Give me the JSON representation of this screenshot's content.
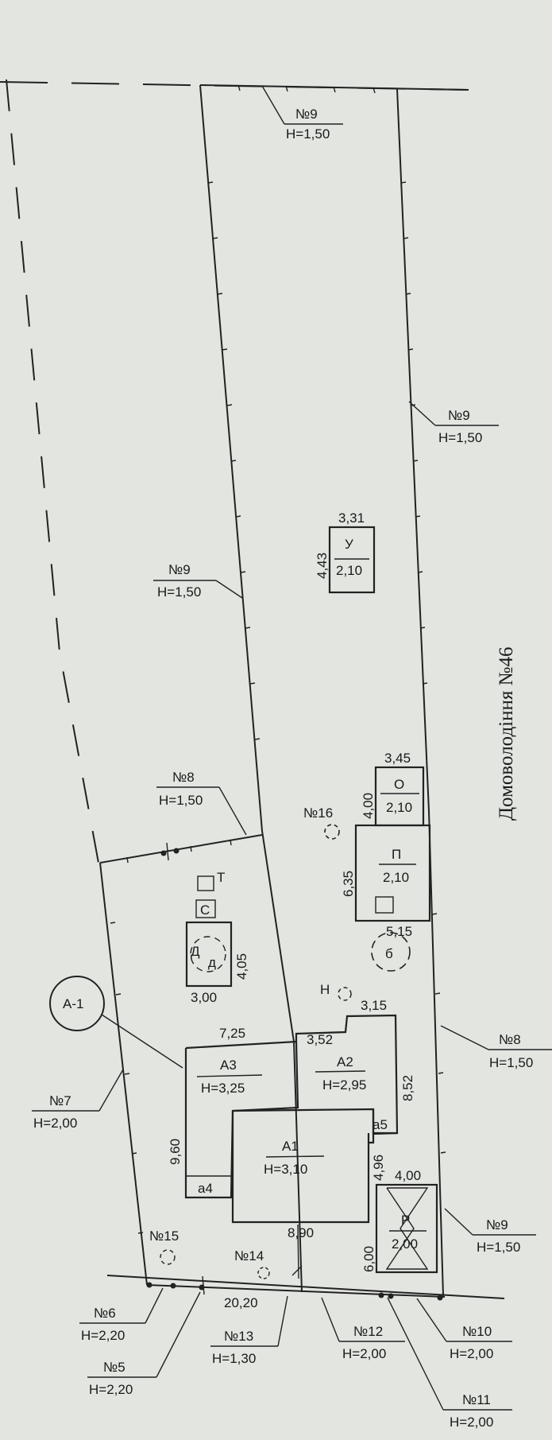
{
  "neighbor": {
    "label": "Домоволодіння №46"
  },
  "fences": [
    {
      "no": "№9",
      "h": "H=1,50"
    },
    {
      "no": "№9",
      "h": "H=1,50"
    },
    {
      "no": "№9",
      "h": "H=1,50"
    },
    {
      "no": "№8",
      "h": "H=1,50"
    },
    {
      "no": "№8",
      "h": "H=1,50"
    },
    {
      "no": "№7",
      "h": "H=2,00"
    },
    {
      "no": "№9",
      "h": "H=1,50"
    },
    {
      "no": "№6",
      "h": "H=2,20"
    },
    {
      "no": "№5",
      "h": "H=2,20"
    },
    {
      "no": "№13",
      "h": "H=1,30"
    },
    {
      "no": "№12",
      "h": "H=2,00"
    },
    {
      "no": "№10",
      "h": "H=2,00"
    },
    {
      "no": "№11",
      "h": "H=2,00"
    }
  ],
  "buildings": {
    "u": {
      "name": "У",
      "h": "2,10",
      "w": "3,31",
      "d": "4,43"
    },
    "o": {
      "name": "О",
      "h": "2,10",
      "w": "3,45",
      "d": "4,00"
    },
    "p": {
      "name": "П",
      "h": "2,10",
      "d": "6,35"
    },
    "a1": {
      "name": "А1",
      "h": "H=3,10",
      "d": "4,96"
    },
    "a2": {
      "name": "А2",
      "h": "H=2,95",
      "w": "3,52",
      "w2": "3,15",
      "d": "8,52"
    },
    "a3": {
      "name": "А3",
      "h": "H=3,25",
      "w": "7,25",
      "d": "9,60"
    },
    "r": {
      "name": "Р",
      "h": "2,00",
      "w": "4,00",
      "d": "6,00"
    },
    "d": {
      "name": "Д",
      "sub": "д",
      "w": "3,00",
      "d": "4,05"
    },
    "a4": {
      "name": "а4"
    },
    "a5": {
      "name": "а5"
    },
    "b": {
      "name": "б",
      "d": "5,15"
    }
  },
  "points": {
    "t": "Т",
    "c": "С",
    "n": "Н",
    "no14": "№14",
    "no15": "№15",
    "no16": "№16"
  },
  "dims": {
    "front": "20,20",
    "a1_offset": "8,90"
  },
  "section": {
    "label": "А-1"
  }
}
